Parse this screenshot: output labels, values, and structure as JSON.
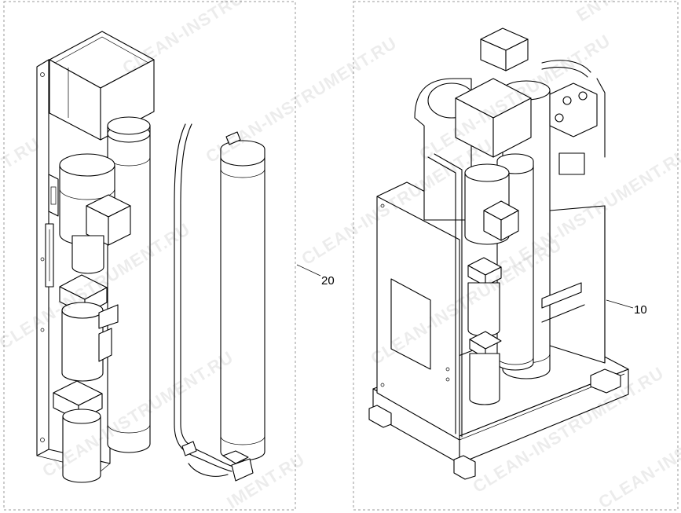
{
  "watermark": {
    "text": "CLEAN-INSTRUMENT.RU",
    "fragments": [
      "CLEAN-INSTRU",
      "CLEAN-INSTRUMENT.RU",
      "CLEAN-INSTRUMENT.RU",
      "CLEAN-INSTRUMENT.RU",
      "T.RU",
      "ENT.RU",
      "CLEAN-INSTRUMENT.RU",
      "CLEAN-INSTRUMENT.RU",
      "CLEAN-INSTRUMENT.RU",
      "CLEAN-INSTRUMENT.RU",
      "CLEAN-INSTRUMENT.RU",
      "IMENT.RU",
      "CLEAN-INSTRU"
    ]
  },
  "callouts": {
    "left_assembly": "20",
    "right_assembly": "10"
  }
}
